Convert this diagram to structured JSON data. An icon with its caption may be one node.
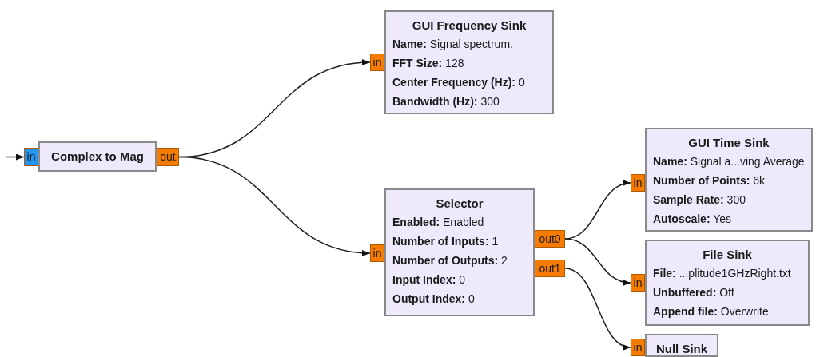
{
  "diagram": {
    "nodes": [
      {
        "text": [
          "in"
        ]
      },
      {
        "text": [
          "Complex to Mag"
        ]
      },
      {
        "text": [
          "out"
        ]
      },
      {
        "text": [
          "in"
        ]
      },
      {
        "text": [
          "GUI Frequency Sink",
          "**Name:** Signal spectrum.",
          "**FFT Size:** 128",
          "**Center Frequency (Hz):** 0",
          "**Bandwidth (Hz):** 300"
        ]
      },
      {
        "text": [
          "in"
        ]
      },
      {
        "text": [
          "Selector",
          "**Enabled:** Enabled",
          "**Number of Inputs:** 1",
          "**Number of Outputs:** 2",
          "**Input Index:** 0",
          "**Output Index:** 0"
        ]
      },
      {
        "text": [
          "out0"
        ]
      },
      {
        "text": [
          "out1"
        ]
      },
      {
        "text": [
          "in"
        ]
      },
      {
        "text": [
          "GUI Time Sink",
          "**Name:** Signal a...ving Average",
          "**Number of Points:** 6k",
          "**Sample Rate:** 300",
          "**Autoscale:** Yes"
        ]
      },
      {
        "text": [
          "in"
        ]
      },
      {
        "text": [
          "File Sink",
          "**File:** ...plitude1GHzRight.txt",
          "**Unbuffered:** Off",
          "**Append file:** Overwrite"
        ]
      },
      {
        "text": [
          "in"
        ]
      },
      {
        "text": [
          "Null Sink"
        ]
      }
    ],
    "edges": [
      {
        "from": null,
        "to": 0,
        "arrow": "to"
      },
      {
        "from": 2,
        "to": 3,
        "arrow": "to"
      },
      {
        "from": 2,
        "to": 5,
        "arrow": "to"
      },
      {
        "from": 7,
        "to": 9,
        "arrow": "to"
      },
      {
        "from": 7,
        "to": 11,
        "arrow": "to"
      },
      {
        "from": 8,
        "to": 13,
        "arrow": "to"
      }
    ]
  }
}
